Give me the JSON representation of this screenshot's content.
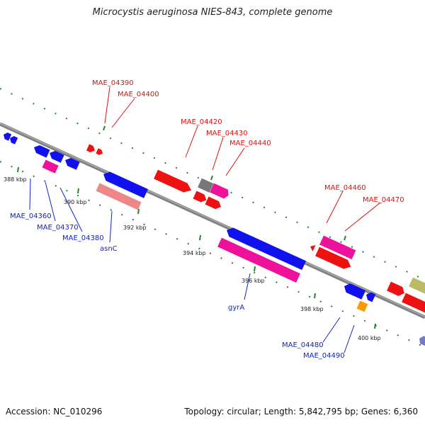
{
  "title": "Microcystis aeruginosa NIES-843, complete genome",
  "footer": {
    "accession": "Accession: NC_010296",
    "stats": "Topology: circular; Length: 5,842,795 bp; Genes: 6,360"
  },
  "ticks": [
    {
      "label": "388 kbp"
    },
    {
      "label": "390 kbp"
    },
    {
      "label": "392 kbp"
    },
    {
      "label": "394 kbp"
    },
    {
      "label": "396 kbp"
    },
    {
      "label": "398 kbp"
    },
    {
      "label": "400 kbp"
    }
  ],
  "red_labels": [
    "MAE_04390",
    "MAE_04400",
    "MAE_04420",
    "MAE_04430",
    "MAE_04440",
    "MAE_04460",
    "MAE_04470"
  ],
  "blue_labels": [
    "MAE_04360",
    "MAE_04370",
    "MAE_04380",
    "asnC",
    "gyrA",
    "MAE_04480",
    "MAE_04490"
  ],
  "colors": {
    "backbone": "#888888",
    "outer_ticks": "#228822",
    "red": "#ee1111",
    "blue": "#1111ee",
    "pink": "#ee1199",
    "salmon": "#ee8888",
    "gray": "#777777",
    "orange": "#ff9900",
    "olive": "#bbbb66",
    "purple": "#7777cc"
  }
}
